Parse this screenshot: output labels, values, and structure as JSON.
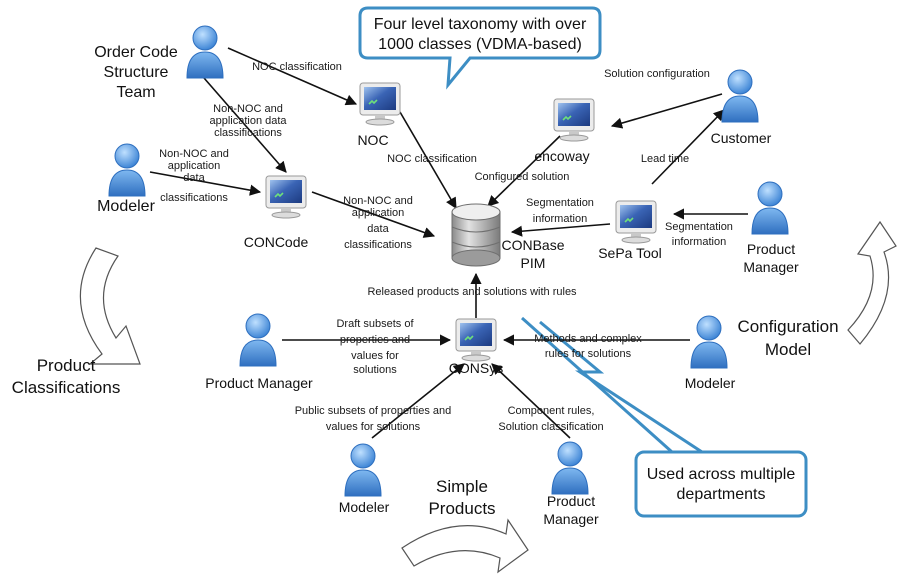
{
  "callouts": {
    "taxonomy": [
      "Four level taxonomy with over",
      "1000 classes (VDMA-based)"
    ],
    "departments": [
      "Used across multiple",
      "departments"
    ]
  },
  "nodes": {
    "order_code_team": [
      "Order Code",
      "Structure",
      "Team"
    ],
    "modeler_left": "Modeler",
    "modeler_bottom": "Modeler",
    "modeler_right": "Modeler",
    "customer": "Customer",
    "product_manager_left": "Product Manager",
    "product_manager_right": [
      "Product",
      "Manager"
    ],
    "product_manager_bottom": [
      "Product",
      "Manager"
    ],
    "noc": "NOC",
    "concode": "CONCode",
    "encoway": "encoway",
    "sepa_tool": "SePa Tool",
    "consys": "CONSys",
    "conbase": [
      "CONBase",
      "PIM"
    ]
  },
  "edge_labels": {
    "noc_classification_top": "NOC classification",
    "non_noc_app": [
      "Non-NOC and",
      "application data",
      "classifications"
    ],
    "non_noc_modeler": [
      "Non-NOC and",
      "application",
      "data",
      "classifications"
    ],
    "non_noc_concode": [
      "Non-NOC and",
      "application",
      "data",
      "classifications"
    ],
    "noc_classification_mid": "NOC classification",
    "configured_solution": "Configured solution",
    "solution_configuration": "Solution configuration",
    "lead_time": "Lead time",
    "segmentation_info_left": [
      "Segmentation",
      "information"
    ],
    "segmentation_info_right": [
      "Segmentation",
      "information"
    ],
    "released_products": "Released products and solutions with rules",
    "draft_subsets": [
      "Draft subsets of",
      "properties and",
      "values for",
      "solutions"
    ],
    "methods_rules": [
      "Methods and complex",
      "rules for solutions"
    ],
    "public_subsets": [
      "Public subsets of properties and",
      "values for solutions"
    ],
    "component_rules": [
      "Component rules,",
      "Solution classification"
    ]
  },
  "areas": {
    "product_classifications": [
      "Product",
      "Classifications"
    ],
    "configuration_model": [
      "Configuration",
      "Model"
    ],
    "simple_products": [
      "Simple",
      "Products"
    ]
  },
  "colors": {
    "callout_border": "#3d8ec4",
    "person_fill": "#5a9ee2",
    "monitor_screen": "#3a64b5",
    "database": "#a8a8a8"
  }
}
